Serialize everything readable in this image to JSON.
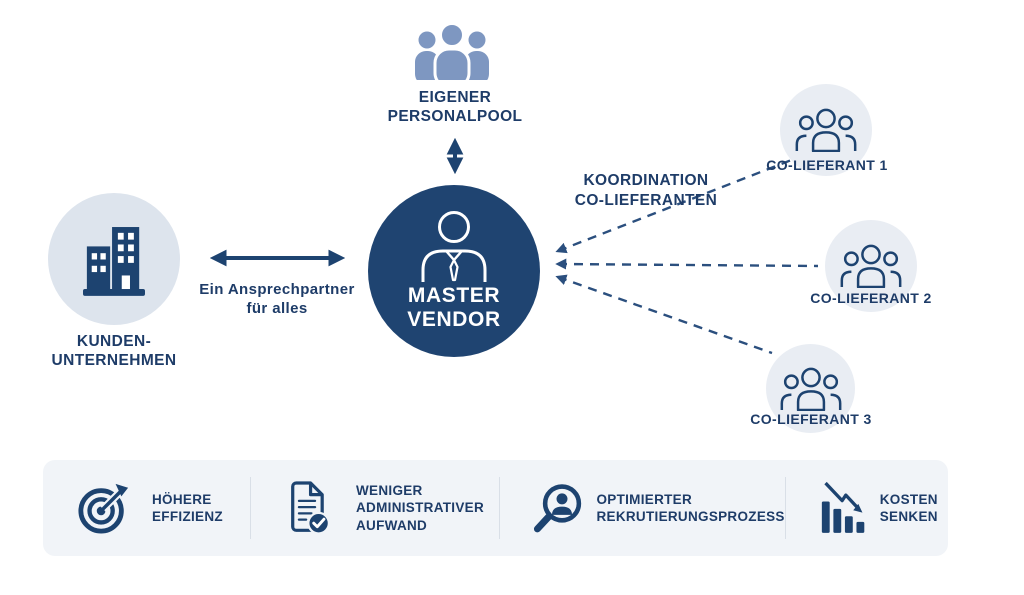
{
  "palette": {
    "navy": "#1d4370",
    "text_navy": "#1e3c68",
    "steel_blue": "#7e97c1",
    "customer_circle_bg": "#dde4ed",
    "co_circle_bg": "#e9edf3",
    "panel_bg": "#f1f4f8",
    "divider": "#d9dfe7",
    "dash_line": "#2b4f7e",
    "white": "#ffffff"
  },
  "diagram": {
    "personal_pool": {
      "label": "EIGENER\nPERSONALPOOL",
      "icon": "people-group-icon"
    },
    "master_vendor": {
      "label": "MASTER\nVENDOR",
      "icon": "business-person-icon"
    },
    "customer": {
      "label": "KUNDEN-\nUNTERNEHMEN",
      "icon": "buildings-icon"
    },
    "customer_link": {
      "label": "Ein Ansprechpartner\nfür alles"
    },
    "coordination": {
      "label": "KOORDINATION\nCO-LIEFERANTEN"
    },
    "co_suppliers": [
      {
        "label": "CO-LIEFERANT 1",
        "icon": "people-outline-icon"
      },
      {
        "label": "CO-LIEFERANT 2",
        "icon": "people-outline-icon"
      },
      {
        "label": "CO-LIEFERANT 3",
        "icon": "people-outline-icon"
      }
    ]
  },
  "benefits": [
    {
      "label": "HÖHERE\nEFFIZIENZ",
      "icon": "target-icon"
    },
    {
      "label": "WENIGER\nADMINISTRATIVER\nAUFWAND",
      "icon": "document-check-icon"
    },
    {
      "label": "OPTIMIERTER\nREKRUTIERUNGSPROZESS",
      "icon": "candidate-search-icon"
    },
    {
      "label": "KOSTEN\nSENKEN",
      "icon": "cost-decrease-icon"
    }
  ]
}
